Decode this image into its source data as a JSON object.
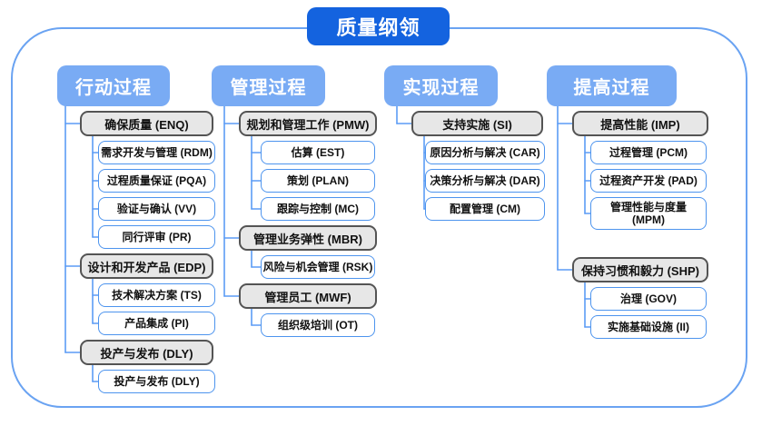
{
  "title": "质量纲领",
  "colors": {
    "title_bg": "#1463DF",
    "column_header_bg": "#79ABF4",
    "leaf_border": "#4D94EE",
    "group_fill": "#E7E7E7",
    "group_border": "#545454",
    "connector_line": "#5C9CF5"
  },
  "columns": [
    {
      "name": "行动过程",
      "groups": [
        {
          "label": "确保质量 (ENQ)",
          "code": "ENQ",
          "children": [
            {
              "label": "需求开发与管理 (RDM)",
              "code": "RDM"
            },
            {
              "label": "过程质量保证 (PQA)",
              "code": "PQA"
            },
            {
              "label": "验证与确认 (VV)",
              "code": "VV"
            },
            {
              "label": "同行评审 (PR)",
              "code": "PR"
            }
          ]
        },
        {
          "label": "设计和开发产品 (EDP)",
          "code": "EDP",
          "children": [
            {
              "label": "技术解决方案 (TS)",
              "code": "TS"
            },
            {
              "label": "产品集成 (PI)",
              "code": "PI"
            }
          ]
        },
        {
          "label": "投产与发布 (DLY)",
          "code": "DLY",
          "children": [
            {
              "label": "投产与发布 (DLY)",
              "code": "DLY2"
            }
          ]
        }
      ]
    },
    {
      "name": "管理过程",
      "groups": [
        {
          "label": "规划和管理工作 (PMW)",
          "code": "PMW",
          "children": [
            {
              "label": "估算 (EST)",
              "code": "EST"
            },
            {
              "label": "策划 (PLAN)",
              "code": "PLAN"
            },
            {
              "label": "跟踪与控制 (MC)",
              "code": "MC"
            }
          ]
        },
        {
          "label": "管理业务弹性 (MBR)",
          "code": "MBR",
          "children": [
            {
              "label": "风险与机会管理 (RSK)",
              "code": "RSK"
            }
          ]
        },
        {
          "label": "管理员工 (MWF)",
          "code": "MWF",
          "children": [
            {
              "label": "组织级培训 (OT)",
              "code": "OT"
            }
          ]
        }
      ]
    },
    {
      "name": "实现过程",
      "groups": [
        {
          "label": "支持实施 (SI)",
          "code": "SI",
          "children": [
            {
              "label": "原因分析与解决 (CAR)",
              "code": "CAR"
            },
            {
              "label": "决策分析与解决 (DAR)",
              "code": "DAR"
            },
            {
              "label": "配置管理 (CM)",
              "code": "CM"
            }
          ]
        }
      ]
    },
    {
      "name": "提高过程",
      "groups": [
        {
          "label": "提高性能 (IMP)",
          "code": "IMP",
          "children": [
            {
              "label": "过程管理 (PCM)",
              "code": "PCM"
            },
            {
              "label": "过程资产开发 (PAD)",
              "code": "PAD"
            },
            {
              "label": "管理性能与度量 (MPM)",
              "code": "MPM"
            }
          ]
        },
        {
          "label": "保持习惯和毅力 (SHP)",
          "code": "SHP",
          "children": [
            {
              "label": "治理 (GOV)",
              "code": "GOV"
            },
            {
              "label": "实施基础设施 (II)",
              "code": "II"
            }
          ]
        }
      ]
    }
  ]
}
